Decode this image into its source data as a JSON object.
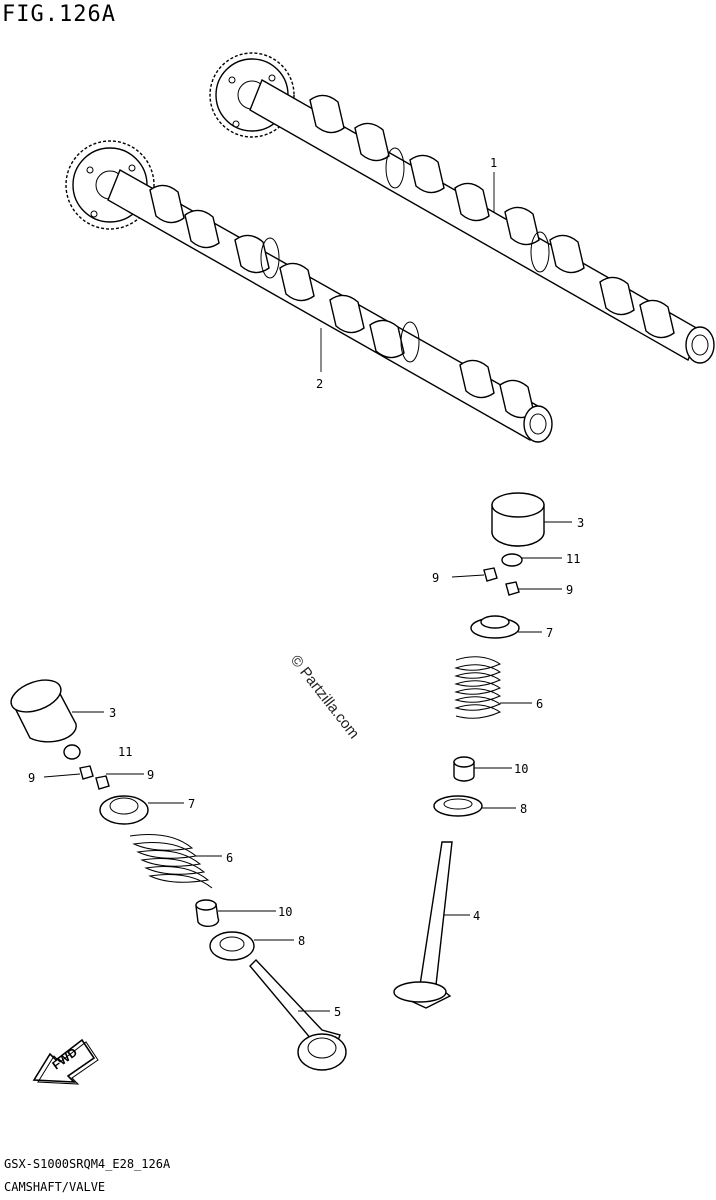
{
  "figure": {
    "title": "FIG.126A"
  },
  "watermark": {
    "text": "© Partzilla.com"
  },
  "fwd_badge": {
    "label": "FWD"
  },
  "callouts": {
    "c1": "1",
    "c2": "2",
    "c3a": "3",
    "c11a": "11",
    "c9a": "9",
    "c9b": "9",
    "c7a": "7",
    "c6a": "6",
    "c10a": "10",
    "c8a": "8",
    "c4": "4",
    "c3b": "3",
    "c11b": "11",
    "c9c": "9",
    "c9d": "9",
    "c7b": "7",
    "c6b": "6",
    "c10b": "10",
    "c8b": "8",
    "c5": "5"
  },
  "footer": {
    "model_code": "GSX-S1000SRQM4_E28_126A",
    "section": "CAMSHAFT/VALVE"
  }
}
